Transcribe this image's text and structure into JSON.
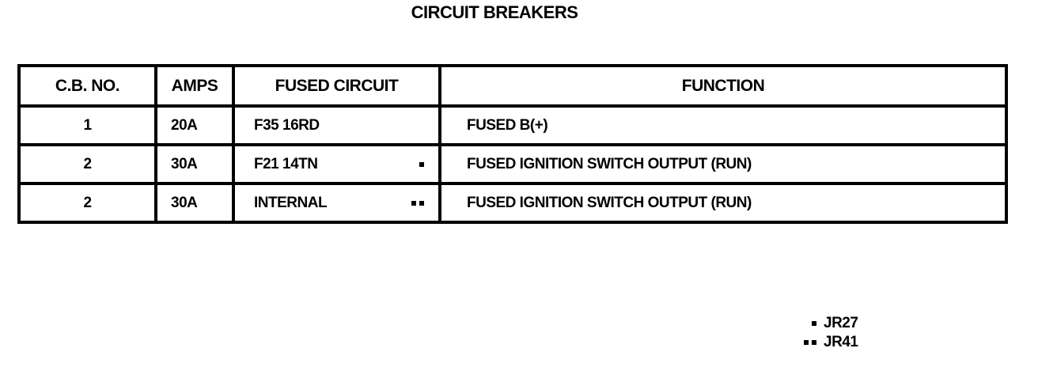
{
  "page_title": "CIRCUIT BREAKERS",
  "table": {
    "headers": [
      "C.B. NO.",
      "AMPS",
      "FUSED CIRCUIT",
      "FUNCTION"
    ],
    "rows": [
      {
        "cb_no": "1",
        "amps": "20A",
        "fused_circuit": "F35 16RD",
        "fused_circuit_marker": "none",
        "function": "FUSED B(+)"
      },
      {
        "cb_no": "2",
        "amps": "30A",
        "fused_circuit": "F21 14TN",
        "fused_circuit_marker": "single-square",
        "function": "FUSED IGNITION SWITCH OUTPUT (RUN)"
      },
      {
        "cb_no": "2",
        "amps": "30A",
        "fused_circuit": "INTERNAL",
        "fused_circuit_marker": "double-square",
        "function": "FUSED IGNITION SWITCH OUTPUT (RUN)"
      }
    ]
  },
  "legend": {
    "items": [
      {
        "marker": "single-square",
        "label": "JR27"
      },
      {
        "marker": "double-square",
        "label": "JR41"
      }
    ]
  },
  "colors": {
    "text": "#000000",
    "background": "#ffffff",
    "border": "#000000"
  }
}
